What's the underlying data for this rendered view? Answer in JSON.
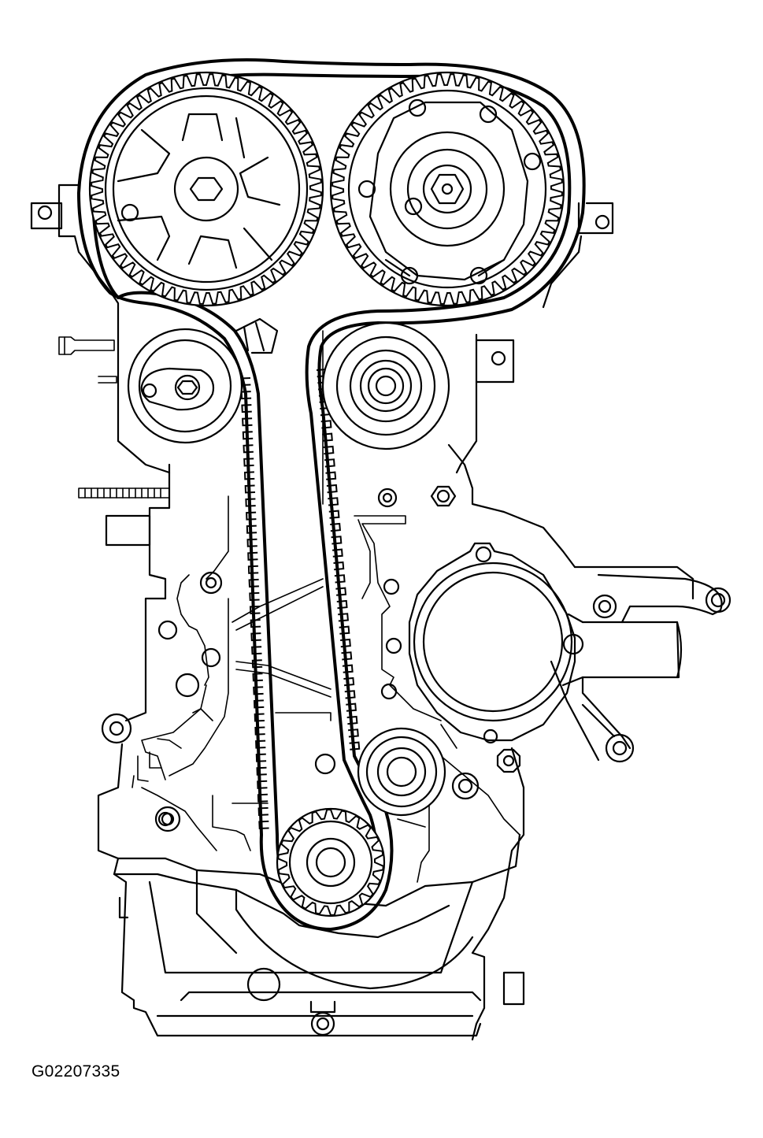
{
  "figure": {
    "caption": "G02207335"
  },
  "components": [
    {
      "name": "exhaust-camshaft-sprocket"
    },
    {
      "name": "intake-camshaft-sprocket"
    },
    {
      "name": "timing-belt-tensioner"
    },
    {
      "name": "upper-idler-pulley"
    },
    {
      "name": "lower-idler-pulley"
    },
    {
      "name": "crankshaft-sprocket"
    },
    {
      "name": "timing-belt"
    },
    {
      "name": "water-pump"
    },
    {
      "name": "engine-block"
    },
    {
      "name": "oil-pan"
    }
  ],
  "colors": {
    "line": "#000000",
    "background": "#ffffff"
  }
}
